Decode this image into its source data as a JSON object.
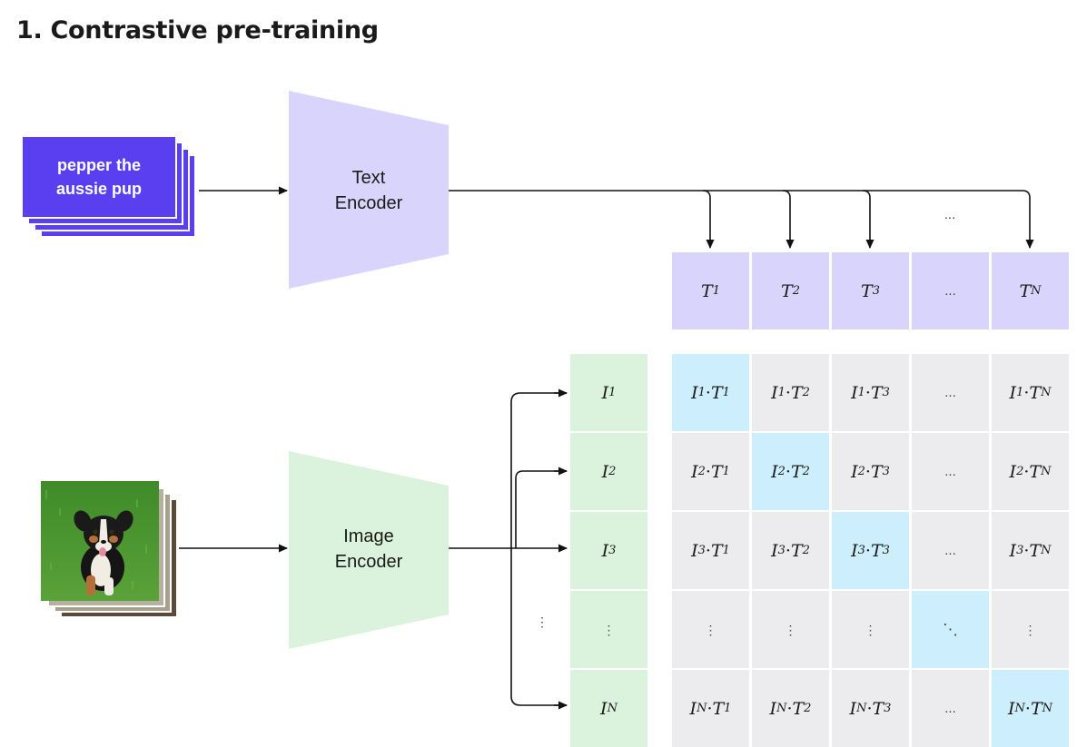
{
  "title": "1. Contrastive pre-training",
  "input_text": "pepper the\naussie pup",
  "text_encoder": "Text\nEncoder",
  "image_encoder": "Image\nEncoder",
  "ellipsis": "...",
  "vdots": "⋮",
  "ddots": "⋱",
  "text_embeddings": [
    {
      "base": "T",
      "sub": "1"
    },
    {
      "base": "T",
      "sub": "2"
    },
    {
      "base": "T",
      "sub": "3"
    },
    {
      "base": "",
      "sub": "",
      "ellipsis": true
    },
    {
      "base": "T",
      "sub": "N"
    }
  ],
  "image_embeddings": [
    {
      "base": "I",
      "sub": "1"
    },
    {
      "base": "I",
      "sub": "2"
    },
    {
      "base": "I",
      "sub": "3"
    },
    {
      "base": "",
      "sub": "",
      "vdots": true
    },
    {
      "base": "I",
      "sub": "N"
    }
  ],
  "colors": {
    "card": "#5a3ff0",
    "text_encoder": "#d9d4fb",
    "image_encoder": "#dbf3dc",
    "matrix": "#ececee",
    "diagonal": "#cdeefc"
  },
  "image_icon": "dog-photo-icon"
}
